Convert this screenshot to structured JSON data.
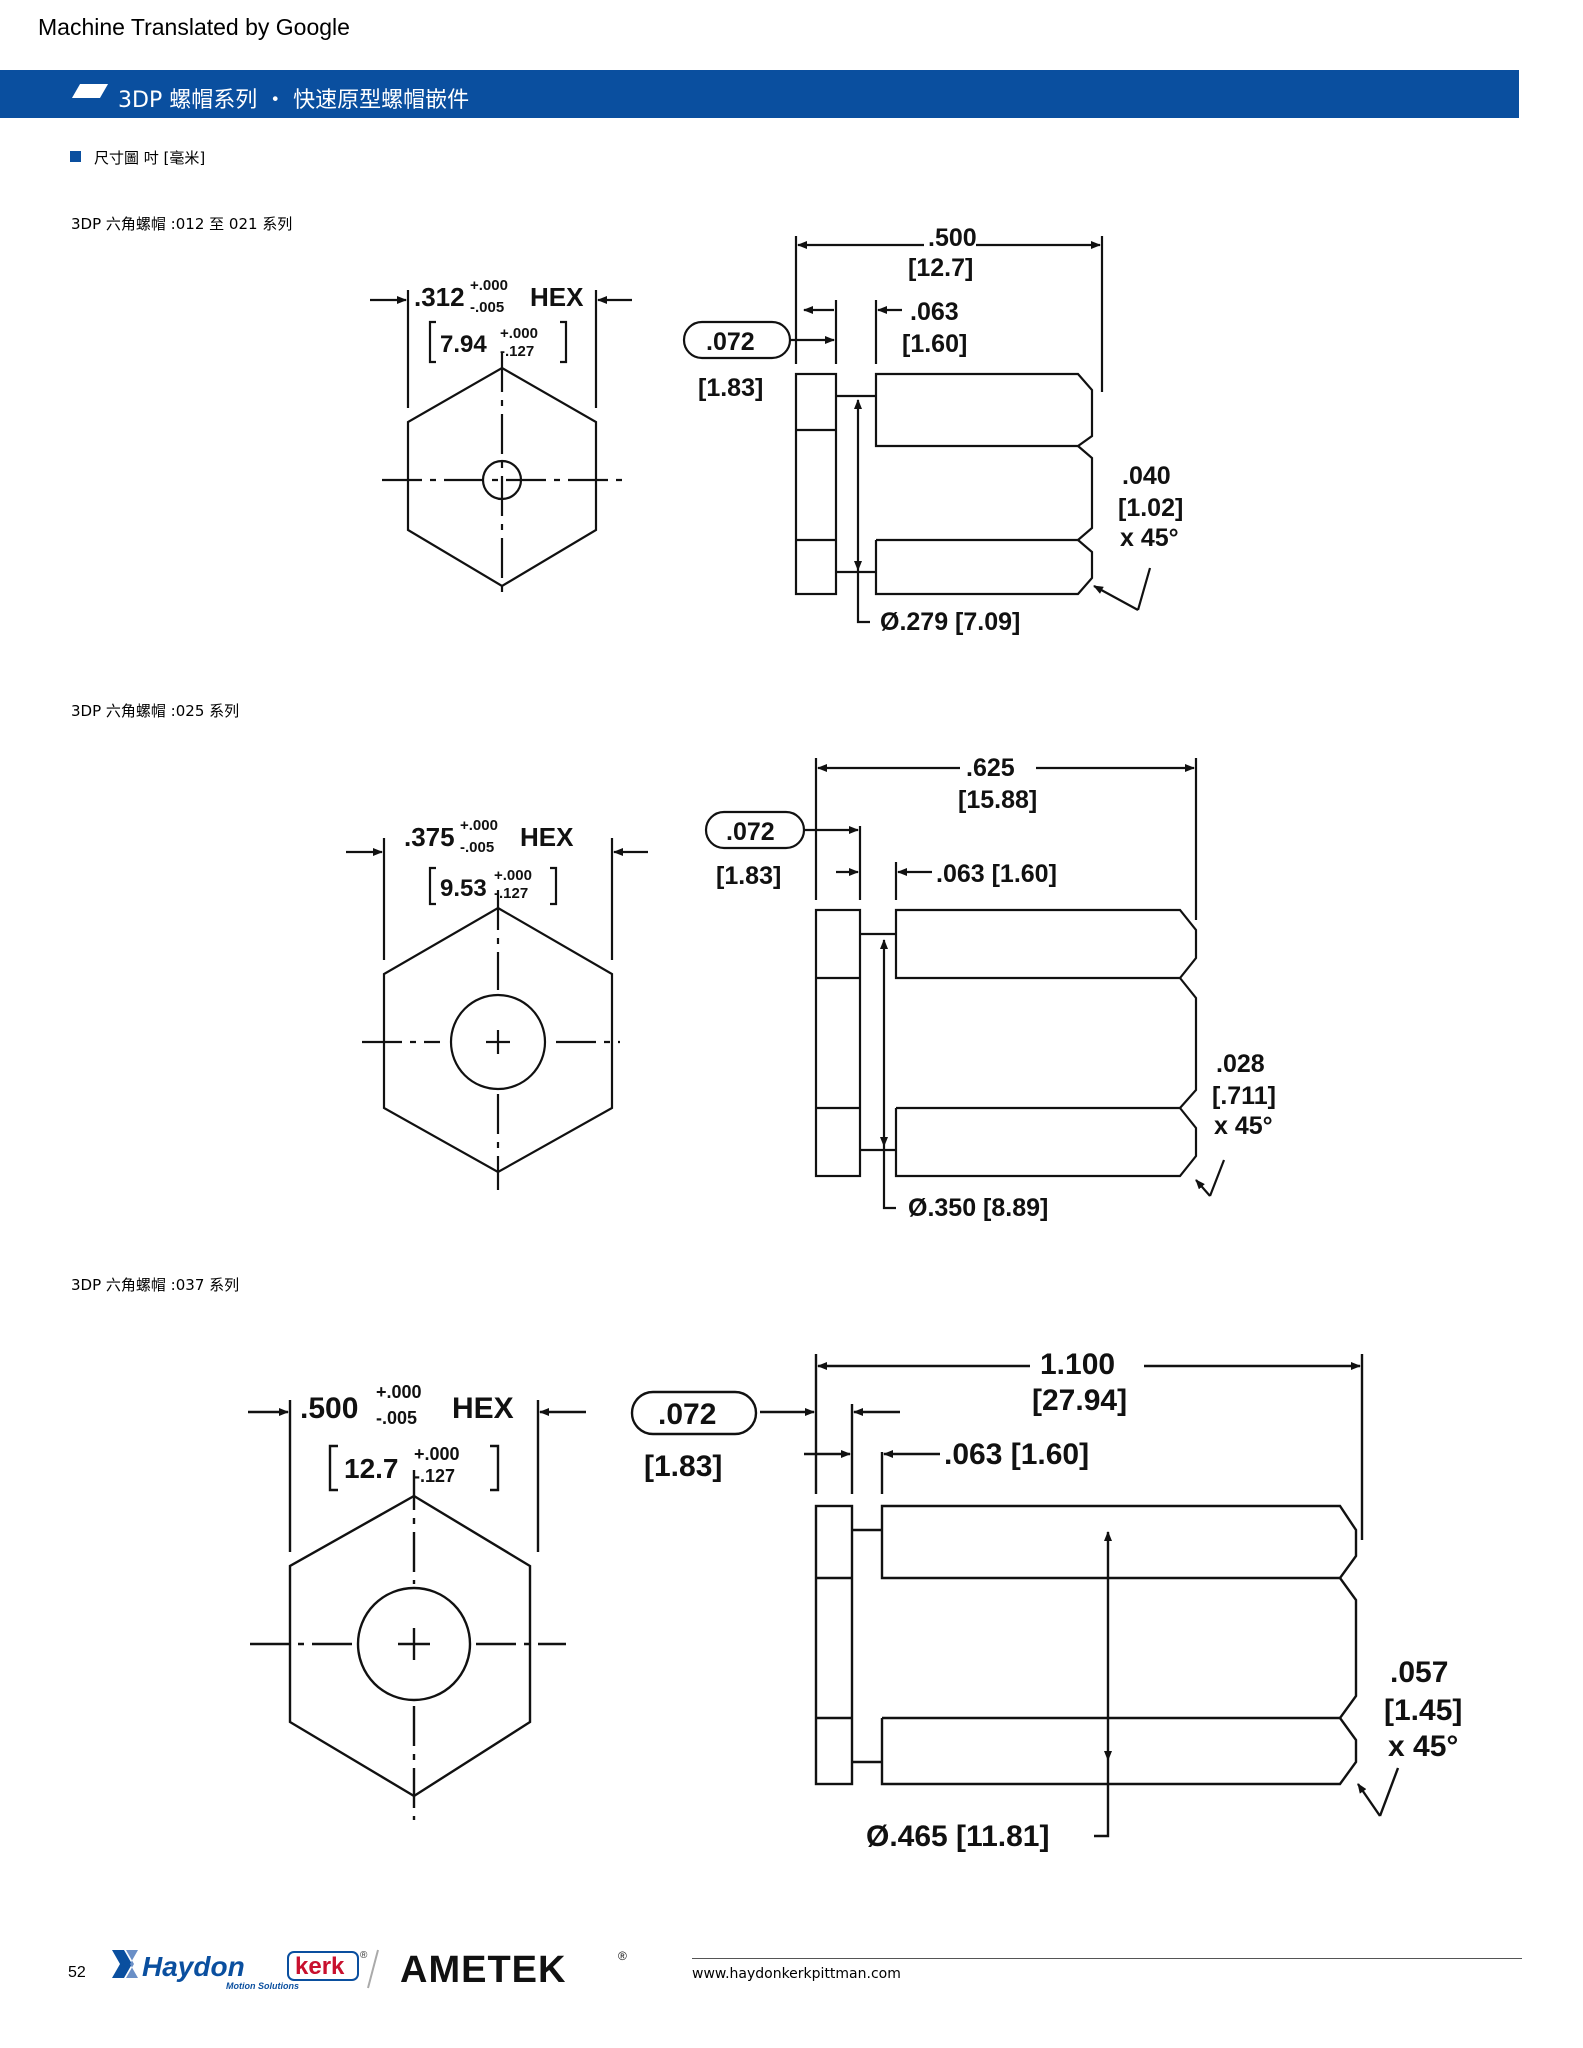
{
  "machine_translated": "Machine Translated by Google",
  "header": {
    "title": "3DP 螺帽系列 ・ 快速原型螺帽嵌件",
    "color": "#0a4f9f"
  },
  "dim_label": "尺寸圖 吋 [毫米]",
  "sections": [
    {
      "label": "3DP 六角螺帽 :012 至 021 系列",
      "hex": {
        "nominal": ".312",
        "tol_plus": "+.000",
        "tol_minus": "-.005",
        "suffix": "HEX",
        "metric": "7.94",
        "m_plus": "+.000",
        "m_minus": "-.127"
      },
      "side": {
        "length": ".500",
        "length_mm": "[12.7]",
        "flange": ".072",
        "flange_mm": "[1.83]",
        "gap": ".063",
        "gap_mm": "[1.60]",
        "chamfer": ".040",
        "chamfer_mm": "[1.02]",
        "chamfer_angle": "x 45°",
        "dia": "Ø.279 [7.09]"
      }
    },
    {
      "label": "3DP 六角螺帽 :025 系列",
      "hex": {
        "nominal": ".375",
        "tol_plus": "+.000",
        "tol_minus": "-.005",
        "suffix": "HEX",
        "metric": "9.53",
        "m_plus": "+.000",
        "m_minus": "-.127"
      },
      "side": {
        "length": ".625",
        "length_mm": "[15.88]",
        "flange": ".072",
        "flange_mm": "[1.83]",
        "gap": ".063  [1.60]",
        "chamfer": ".028",
        "chamfer_mm": "[.711]",
        "chamfer_angle": "x 45°",
        "dia": "Ø.350 [8.89]"
      }
    },
    {
      "label": "3DP 六角螺帽 :037 系列",
      "hex": {
        "nominal": ".500",
        "tol_plus": "+.000",
        "tol_minus": "-.005",
        "suffix": "HEX",
        "metric": "12.7",
        "m_plus": "+.000",
        "m_minus": "-.127"
      },
      "side": {
        "length": "1.100",
        "length_mm": "[27.94]",
        "flange": ".072",
        "flange_mm": "[1.83]",
        "gap": ".063  [1.60]",
        "chamfer": ".057",
        "chamfer_mm": "[1.45]",
        "chamfer_angle": "x 45°",
        "dia": "Ø.465 [11.81]"
      }
    }
  ],
  "footer": {
    "page_number": "52",
    "brand_haydon": "Haydon",
    "brand_kerk": "kerk",
    "brand_tagline": "Motion Solutions",
    "brand_ametek": "AMETEK",
    "reg_mark": "®",
    "url": "www.haydonkerkpittman.com"
  }
}
